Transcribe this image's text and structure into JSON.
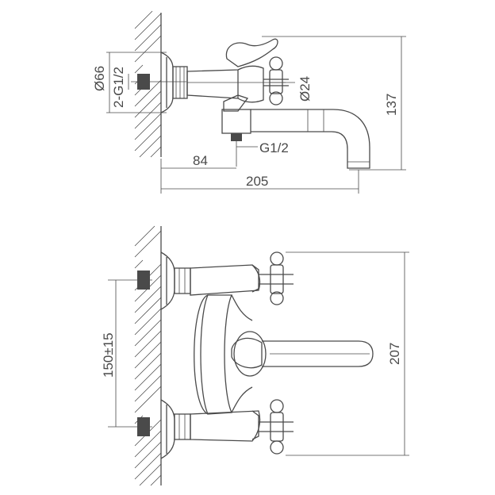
{
  "top_view": {
    "dim_diameter_66": "Ø66",
    "dim_thread_2g12": "2-G1/2",
    "dim_diameter_24": "Ø24",
    "dim_height_137": "137",
    "dim_thread_g12": "G1/2",
    "dim_offset_84": "84",
    "dim_length_205": "205"
  },
  "front_view": {
    "dim_centers_150": "150±15",
    "dim_height_207": "207"
  },
  "colors": {
    "line": "#4a4a4a",
    "background": "#ffffff"
  }
}
